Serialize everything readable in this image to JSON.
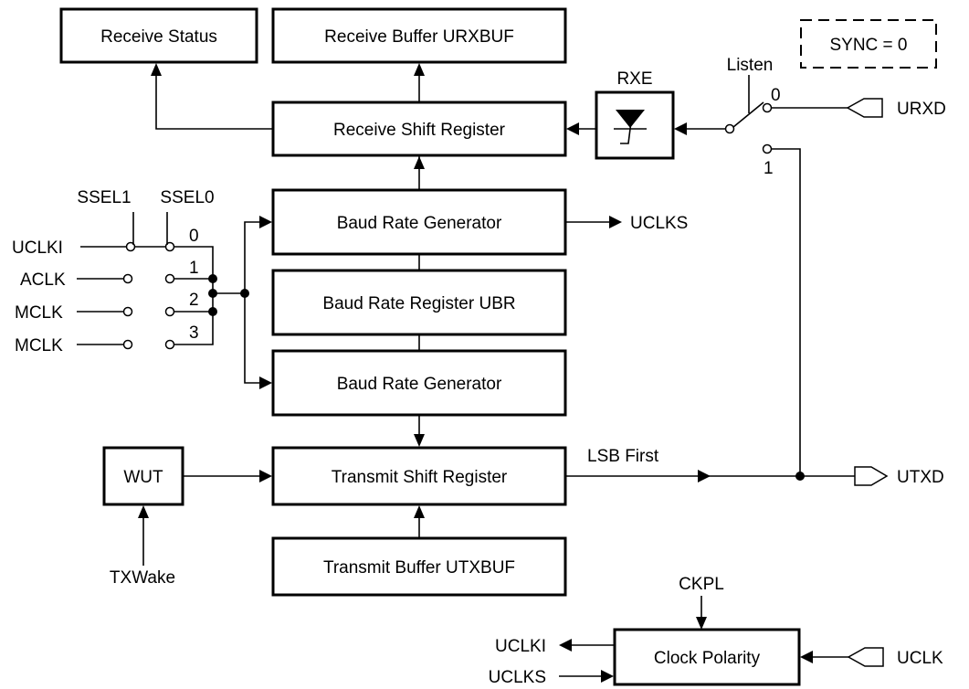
{
  "blocks": {
    "receive_status": "Receive Status",
    "receive_buffer": "Receive Buffer URXBUF",
    "receive_shift": "Receive Shift Register",
    "baud_gen_top": "Baud Rate Generator",
    "baud_reg": "Baud Rate Register UBR",
    "baud_gen_bottom": "Baud Rate Generator",
    "transmit_shift": "Transmit Shift Register",
    "transmit_buffer": "Transmit Buffer UTXBUF",
    "wut": "WUT",
    "clock_polarity": "Clock Polarity",
    "sync": "SYNC = 0"
  },
  "labels": {
    "rxe": "RXE",
    "listen": "Listen",
    "urxd": "URXD",
    "utxd": "UTXD",
    "uclks_out": "UCLKS",
    "lsb_first": "LSB First",
    "txwake": "TXWake",
    "ssel1": "SSEL1",
    "ssel0": "SSEL0",
    "ckpl": "CKPL",
    "uclki_out": "UCLKI",
    "uclks_in": "UCLKS",
    "uclk": "UCLK",
    "listen_pos0": "0",
    "listen_pos1": "1"
  },
  "clock_sources": [
    {
      "name": "UCLKI",
      "index": "0"
    },
    {
      "name": "ACLK",
      "index": "1"
    },
    {
      "name": "MCLK",
      "index": "2"
    },
    {
      "name": "MCLK",
      "index": "3"
    }
  ]
}
